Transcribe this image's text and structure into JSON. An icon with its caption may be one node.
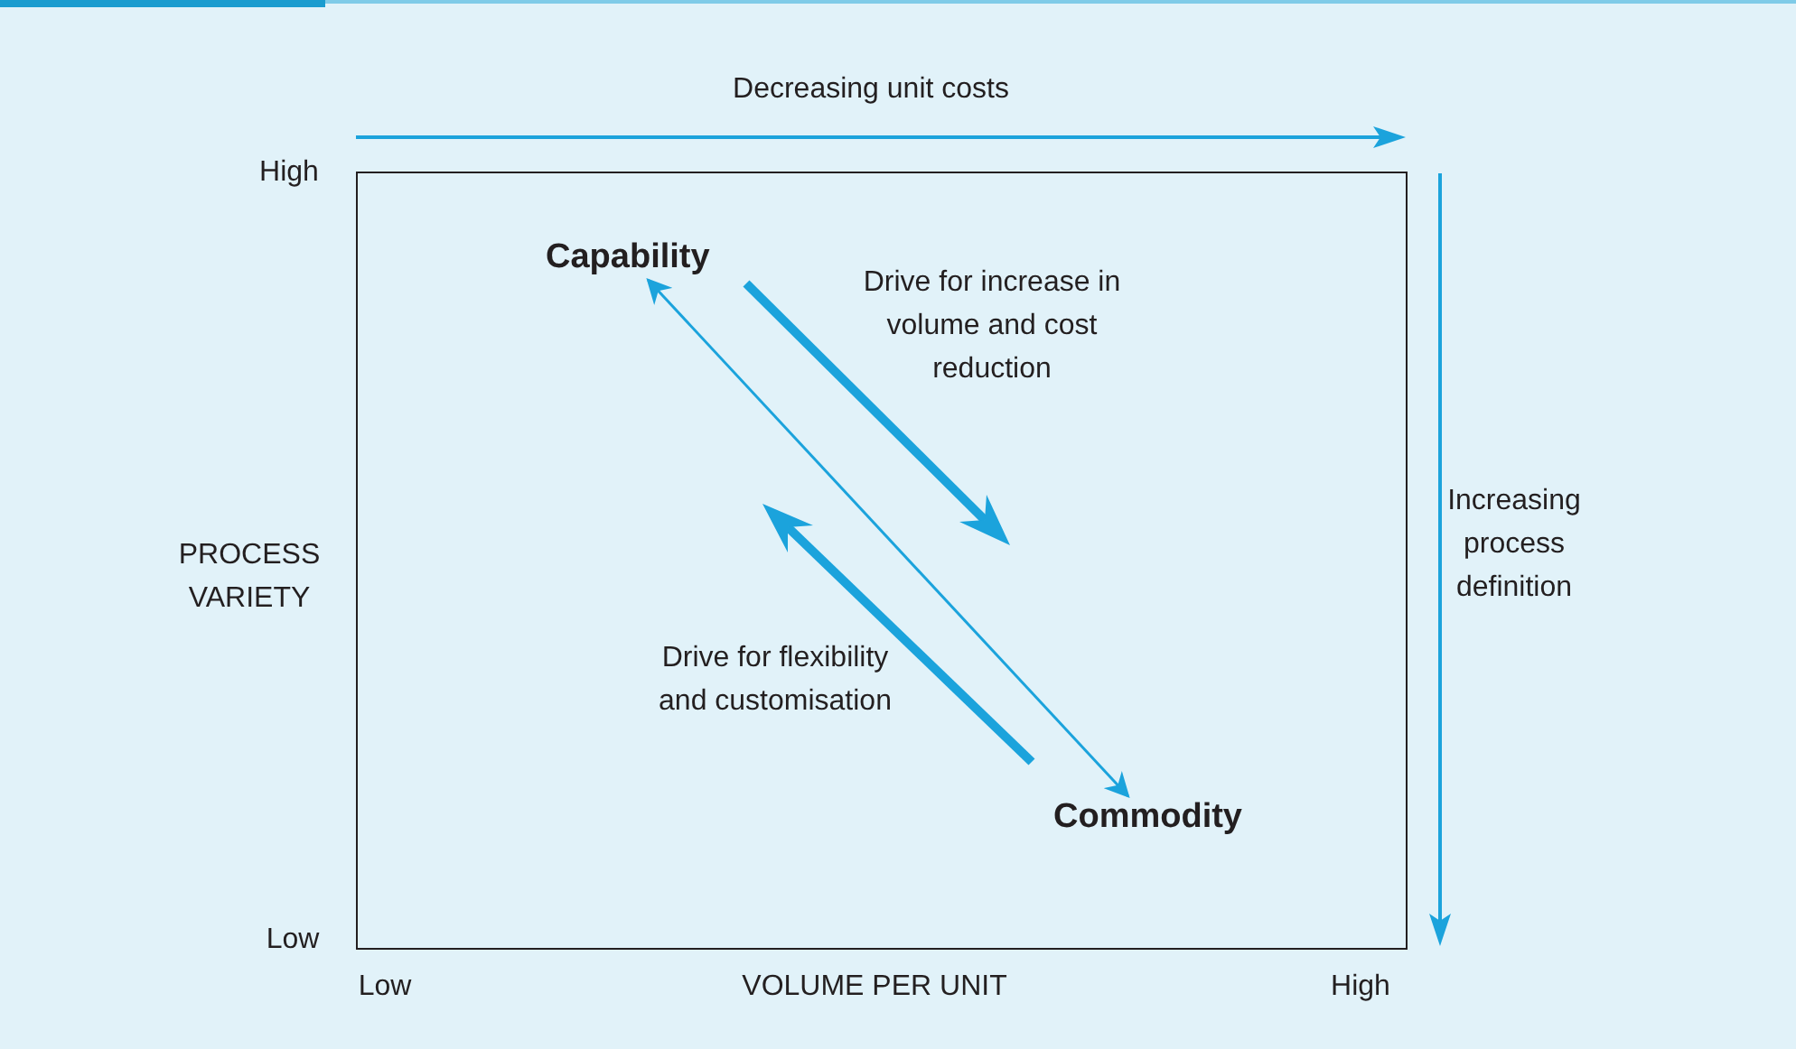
{
  "diagram": {
    "nodes": [
      {
        "text": [
          "Capability"
        ]
      },
      {
        "text": [
          "Commodity"
        ]
      }
    ],
    "edges": [
      {
        "from": 0,
        "to": 1,
        "arrow": "both"
      }
    ],
    "labels": [
      "Decreasing unit costs",
      "High",
      "Drive for increase in volume and cost reduction",
      "PROCESS VARIETY",
      "Increasing process definition",
      "Drive for flexibility and customisation",
      "Low",
      "Low",
      "VOLUME PER UNIT",
      "High"
    ]
  }
}
